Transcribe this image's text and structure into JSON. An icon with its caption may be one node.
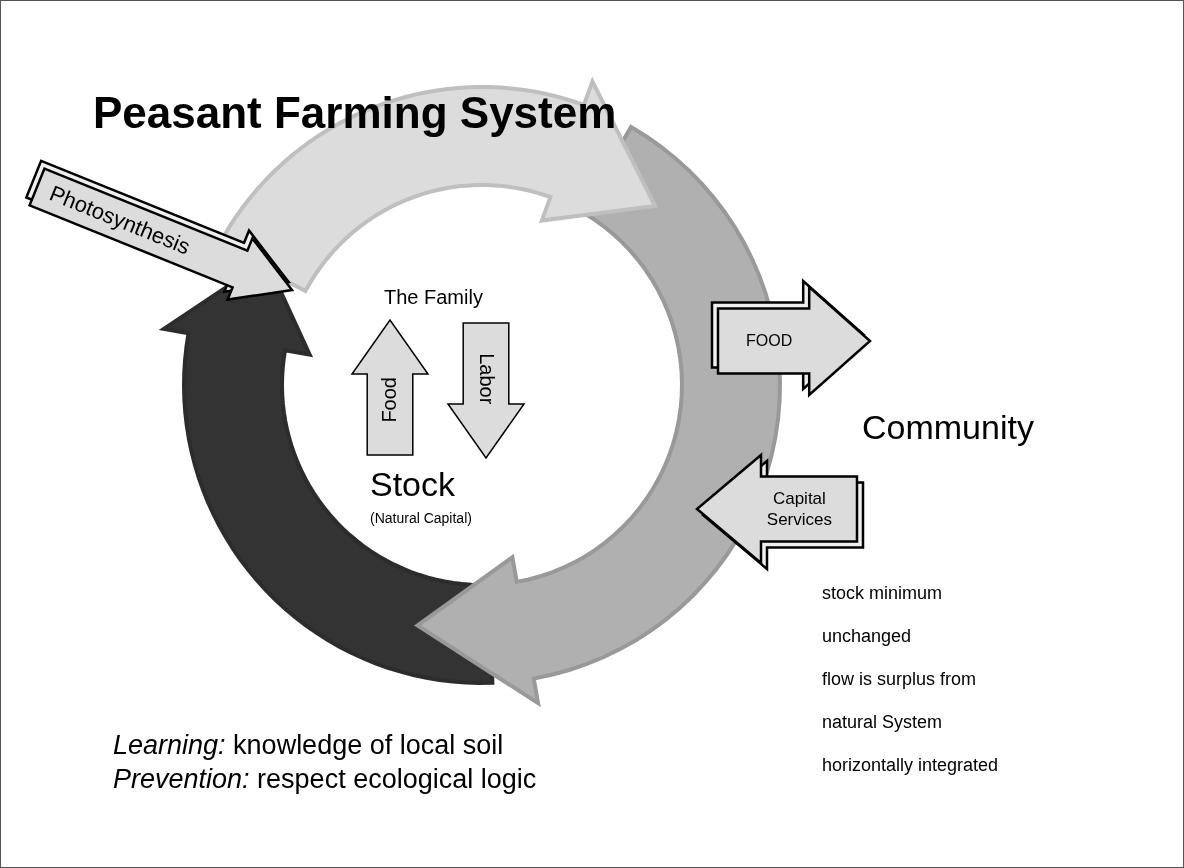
{
  "diagram": {
    "title": "Peasant Farming System",
    "nodes": [
      {
        "text": [
          "Photosynthesis"
        ]
      },
      {
        "text": [
          "The Family"
        ]
      },
      {
        "text": [
          "Food"
        ]
      },
      {
        "text": [
          "Labor"
        ]
      },
      {
        "text": [
          "Stock"
        ],
        "beside": [
          "(Natural Capital)"
        ]
      },
      {
        "text": [
          "FOOD"
        ]
      },
      {
        "text": [
          "Community"
        ]
      },
      {
        "text": [
          "Capital Services"
        ]
      }
    ],
    "labels": [
      "*Learning:* knowledge of local soil",
      "*Prevention:* respect ecological logic",
      "stock minimum",
      "unchanged",
      "flow is surplus from",
      "natural System",
      "horizontally integrated"
    ]
  }
}
